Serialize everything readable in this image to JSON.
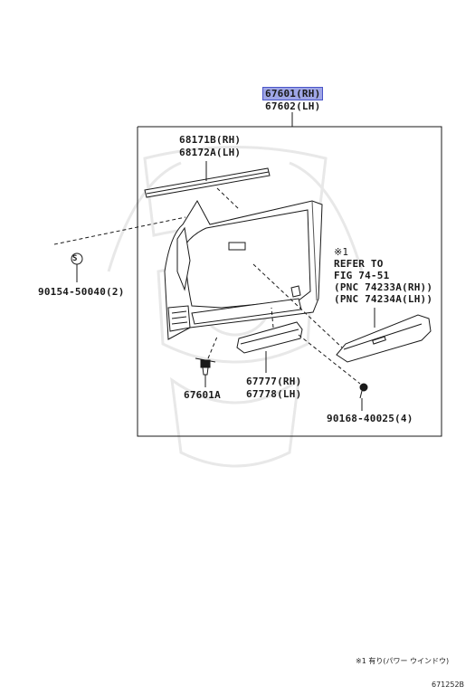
{
  "diagram": {
    "main_part": {
      "rh": "67601(RH)",
      "lh": "67602(LH)"
    },
    "parts": [
      {
        "id": "weatherstrip",
        "rh": "68171B(RH)",
        "lh": "68172A(LH)"
      },
      {
        "id": "screw-clip",
        "number": "90154-50040(2)",
        "symbol": "S"
      },
      {
        "id": "armrest",
        "note_ref": "※1",
        "refer_1": "REFER TO",
        "refer_2": "FIG 74-51",
        "pnc_rh": "(PNC 74233A(RH))",
        "pnc_lh": "(PNC 74234A(LH))"
      },
      {
        "id": "clip",
        "number": "67601A"
      },
      {
        "id": "pocket",
        "rh": "67777(RH)",
        "lh": "67778(LH)"
      },
      {
        "id": "screw",
        "number": "90168-40025(4)"
      }
    ],
    "footnote": "※1 有り(パワー ウインドウ)",
    "figure_code": "671252B",
    "colors": {
      "highlight": "#9fa6e6",
      "line": "#1a1a1a",
      "watermark": "#e6e6e6"
    }
  }
}
